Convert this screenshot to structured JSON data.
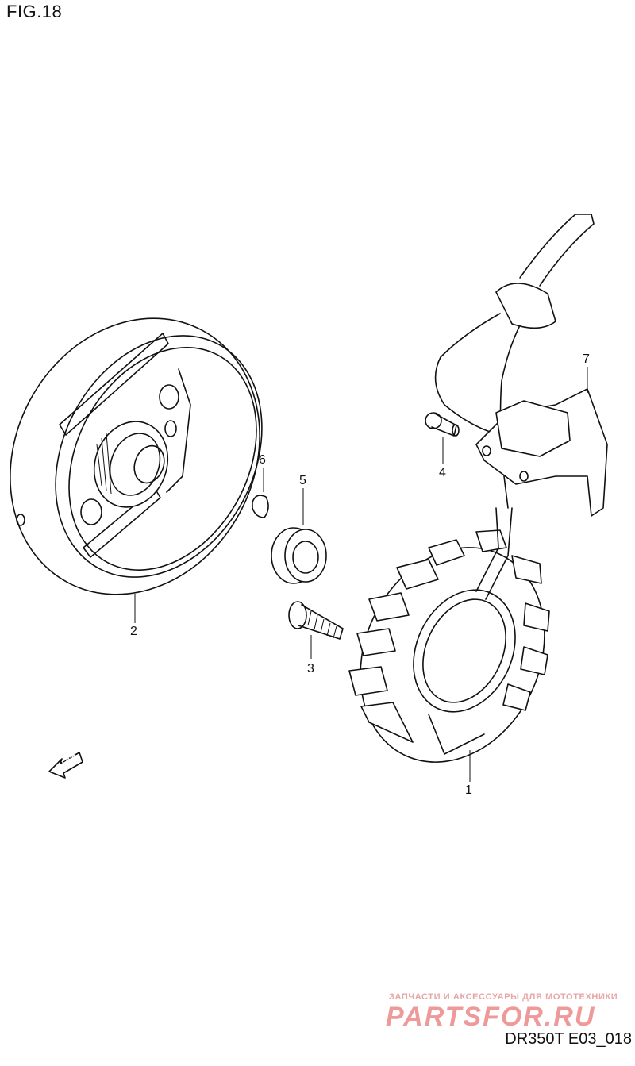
{
  "figure": {
    "title": "FIG.18",
    "reference_code": "DR350T E03_018"
  },
  "callouts": [
    "1",
    "2",
    "3",
    "4",
    "5",
    "6",
    "7"
  ],
  "direction_marker": {
    "label": "FWD",
    "icon": "fwd-arrow-icon"
  },
  "watermark": {
    "tagline": "ЗАПЧАСТИ И АКСЕССУАРЫ ДЛЯ МОТОТЕХНИКИ",
    "logo_text": "PARTSFOR.RU",
    "color": "#ef9a9a"
  }
}
